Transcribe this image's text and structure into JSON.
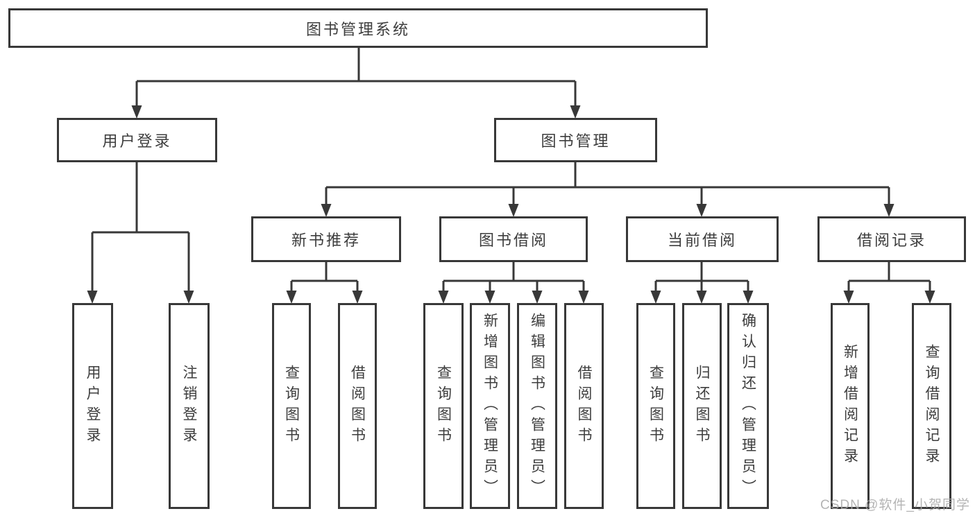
{
  "diagram": {
    "type": "hierarchy-tree",
    "colors": {
      "line": "#383838",
      "box_border": "#383838",
      "box_background": "#ffffff",
      "text": "#3d3d3d",
      "watermark_text_color": "#a8a8a8"
    },
    "tree": {
      "label": "图书管理系统",
      "children": [
        {
          "label": "用户登录",
          "children": [
            {
              "label": "用户登录"
            },
            {
              "label": "注销登录"
            }
          ]
        },
        {
          "label": "图书管理",
          "children": [
            {
              "label": "新书推荐",
              "children": [
                {
                  "label": "查询图书"
                },
                {
                  "label": "借阅图书"
                }
              ]
            },
            {
              "label": "图书借阅",
              "children": [
                {
                  "label": "查询图书"
                },
                {
                  "label": "新增图书（管理员）"
                },
                {
                  "label": "编辑图书（管理员）"
                },
                {
                  "label": "借阅图书"
                }
              ]
            },
            {
              "label": "当前借阅",
              "children": [
                {
                  "label": "查询图书"
                },
                {
                  "label": "归还图书"
                },
                {
                  "label": "确认归还（管理员）"
                }
              ]
            },
            {
              "label": "借阅记录",
              "children": [
                {
                  "label": "新增借阅记录"
                },
                {
                  "label": "查询借阅记录"
                }
              ]
            }
          ]
        }
      ]
    },
    "watermark": {
      "text": "CSDN @软件_小贺同学"
    }
  }
}
